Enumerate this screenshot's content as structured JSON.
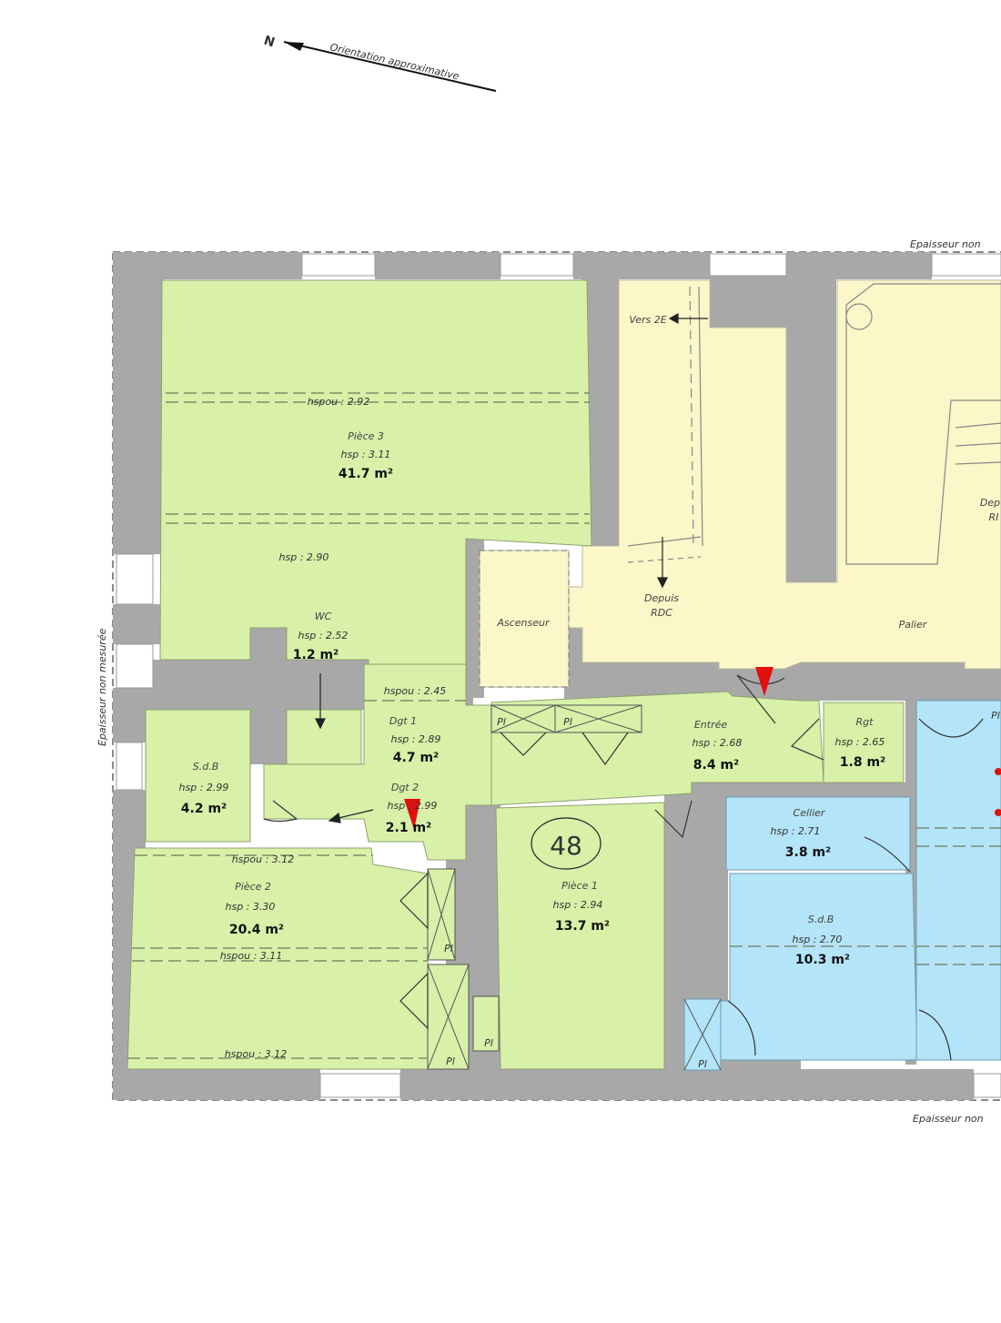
{
  "orientation": {
    "north": "N",
    "label": "Orientation approximative"
  },
  "wall_notes": {
    "top": "Epaisseur non",
    "bottom": "Epaisseur non",
    "left": "Epaisseur non mesurée"
  },
  "lot_number": "48",
  "colors": {
    "private_green": "#d8f0a8",
    "common_yellow": "#fbf7c8",
    "wet_blue": "#b4e4f8",
    "wall_grey": "#a8a8a8",
    "marker_red": "#e01010"
  },
  "rooms": {
    "piece3": {
      "name": "Pièce 3",
      "hsp": "hsp : 3.11",
      "area": "41.7 m²",
      "hspou_top": "hspou : 2.92",
      "hsp_low": "hsp : 2.90"
    },
    "wc": {
      "name": "WC",
      "hsp": "hsp : 2.52",
      "area": "1.2 m²"
    },
    "dgt1": {
      "name": "Dgt 1",
      "hsp": "hsp : 2.89",
      "area": "4.7 m²",
      "hspou": "hspou : 2.45"
    },
    "dgt2": {
      "name": "Dgt 2",
      "hsp": "hsp : 2.99",
      "area": "2.1 m²"
    },
    "sdb1": {
      "name": "S.d.B",
      "hsp": "hsp : 2.99",
      "area": "4.2 m²"
    },
    "piece2": {
      "name": "Pièce 2",
      "hsp": "hsp : 3.30",
      "area": "20.4 m²",
      "hspou_top": "hspou : 3.12",
      "hspou_mid": "hspou : 3.11",
      "hspou_bottom": "hspou : 3.12"
    },
    "piece1": {
      "name": "Pièce 1",
      "hsp": "hsp : 2.94",
      "area": "13.7 m²"
    },
    "entree": {
      "name": "Entrée",
      "hsp": "hsp : 2.68",
      "area": "8.4 m²"
    },
    "rgt": {
      "name": "Rgt",
      "hsp": "hsp : 2.65",
      "area": "1.8 m²"
    },
    "cellier": {
      "name": "Cellier",
      "hsp": "hsp : 2.71",
      "area": "3.8 m²"
    },
    "sdb2": {
      "name": "S.d.B",
      "hsp": "hsp : 2.70",
      "area": "10.3 m²"
    }
  },
  "common": {
    "ascenseur": "Ascenseur",
    "palier": "Palier",
    "vers_2e": "Vers 2E",
    "depuis_rdc": [
      "Depuis",
      "RDC"
    ],
    "depuis_rdc_right": [
      "Dep",
      "RI"
    ]
  },
  "placard_label": "Pl"
}
